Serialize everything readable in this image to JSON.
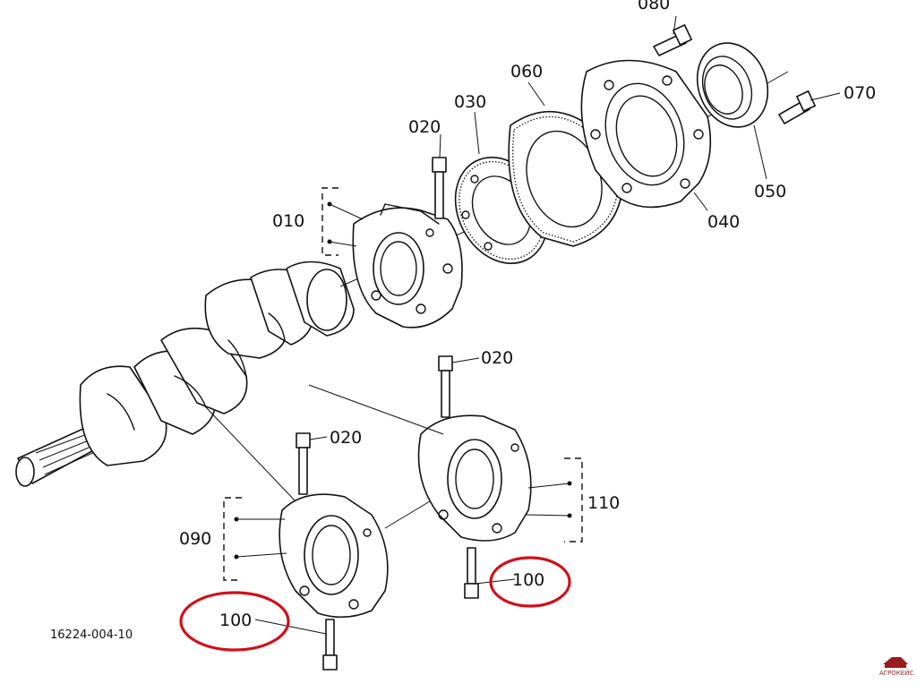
{
  "diagram": {
    "figure_number": "16224-004-10",
    "watermark_text": "АГРОКЕЙС",
    "highlight_color": "#d0101a",
    "line_color": "#111111",
    "callouts": {
      "c080": "080",
      "c070": "070",
      "c060": "060",
      "c050": "050",
      "c040": "040",
      "c030": "030",
      "c020_top": "020",
      "c010": "010",
      "c020_mid": "020",
      "c020_low": "020",
      "c110": "110",
      "c090": "090",
      "c100_right": "100",
      "c100_left": "100"
    }
  }
}
